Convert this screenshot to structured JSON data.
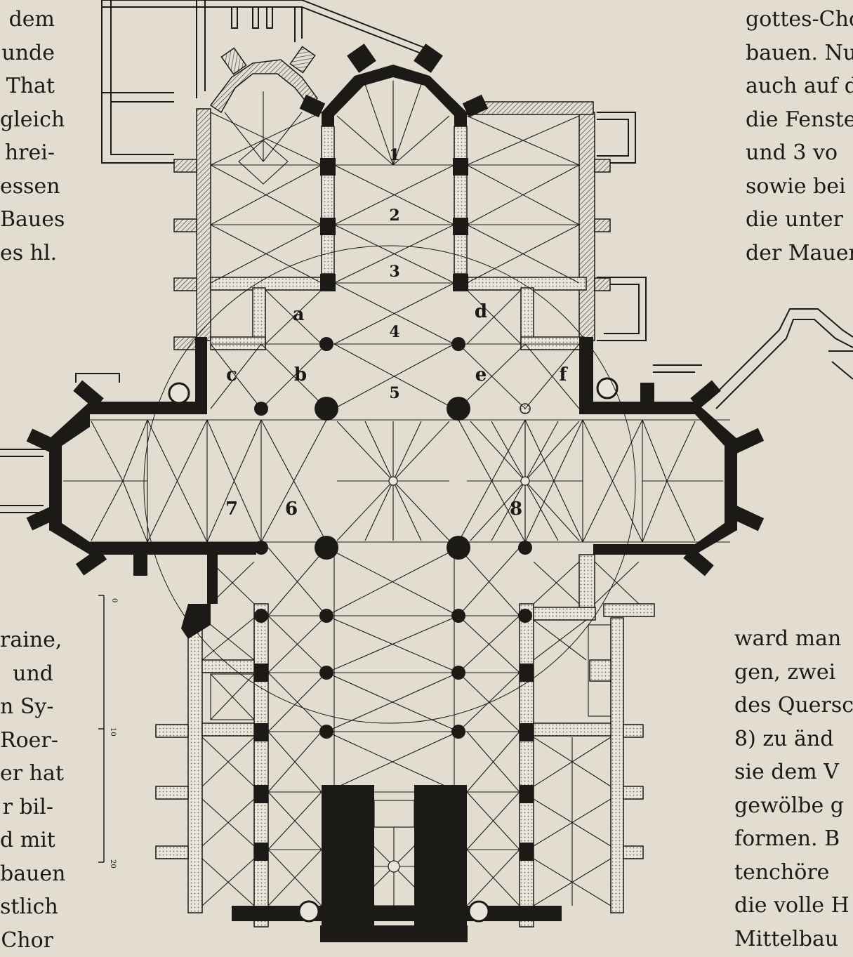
{
  "left_top_lines": [
    "dem",
    "unde",
    "That",
    "gleich",
    "hrei-",
    "essen",
    "Baues",
    "es hl."
  ],
  "left_bottom_lines": [
    "raine,",
    "und",
    "n Sy-",
    "Roer-",
    "er hat",
    "r bil-",
    "d mit",
    "bauen",
    "stlich",
    "Chor"
  ],
  "right_top_lines": [
    "gottes-Cho",
    "bauen. Nu",
    "auch auf di",
    "die Fenster",
    "und  3  vo",
    "sowie bei",
    "die  unter",
    "der Mauer"
  ],
  "right_bottom_lines": [
    "ward man",
    "gen, zwei",
    "des Quersch",
    "8)  zu  änd",
    "sie  dem  V",
    "gewölbe  g",
    "formen.  B",
    "tenchöre",
    "die volle H",
    "Mittelbau"
  ],
  "plan_labels": {
    "n1": "1",
    "n2": "2",
    "n3": "3",
    "n4": "4",
    "n5": "5",
    "n6": "6",
    "n7": "7",
    "n8": "8",
    "a": "a",
    "b": "b",
    "c": "c",
    "d": "d",
    "e": "e",
    "f": "f"
  },
  "scale_labels": [
    "0",
    "10",
    "20"
  ],
  "colors": {
    "paper": "#e2ddd0",
    "ink": "#1c1a17",
    "stipple": "#a59f92"
  }
}
